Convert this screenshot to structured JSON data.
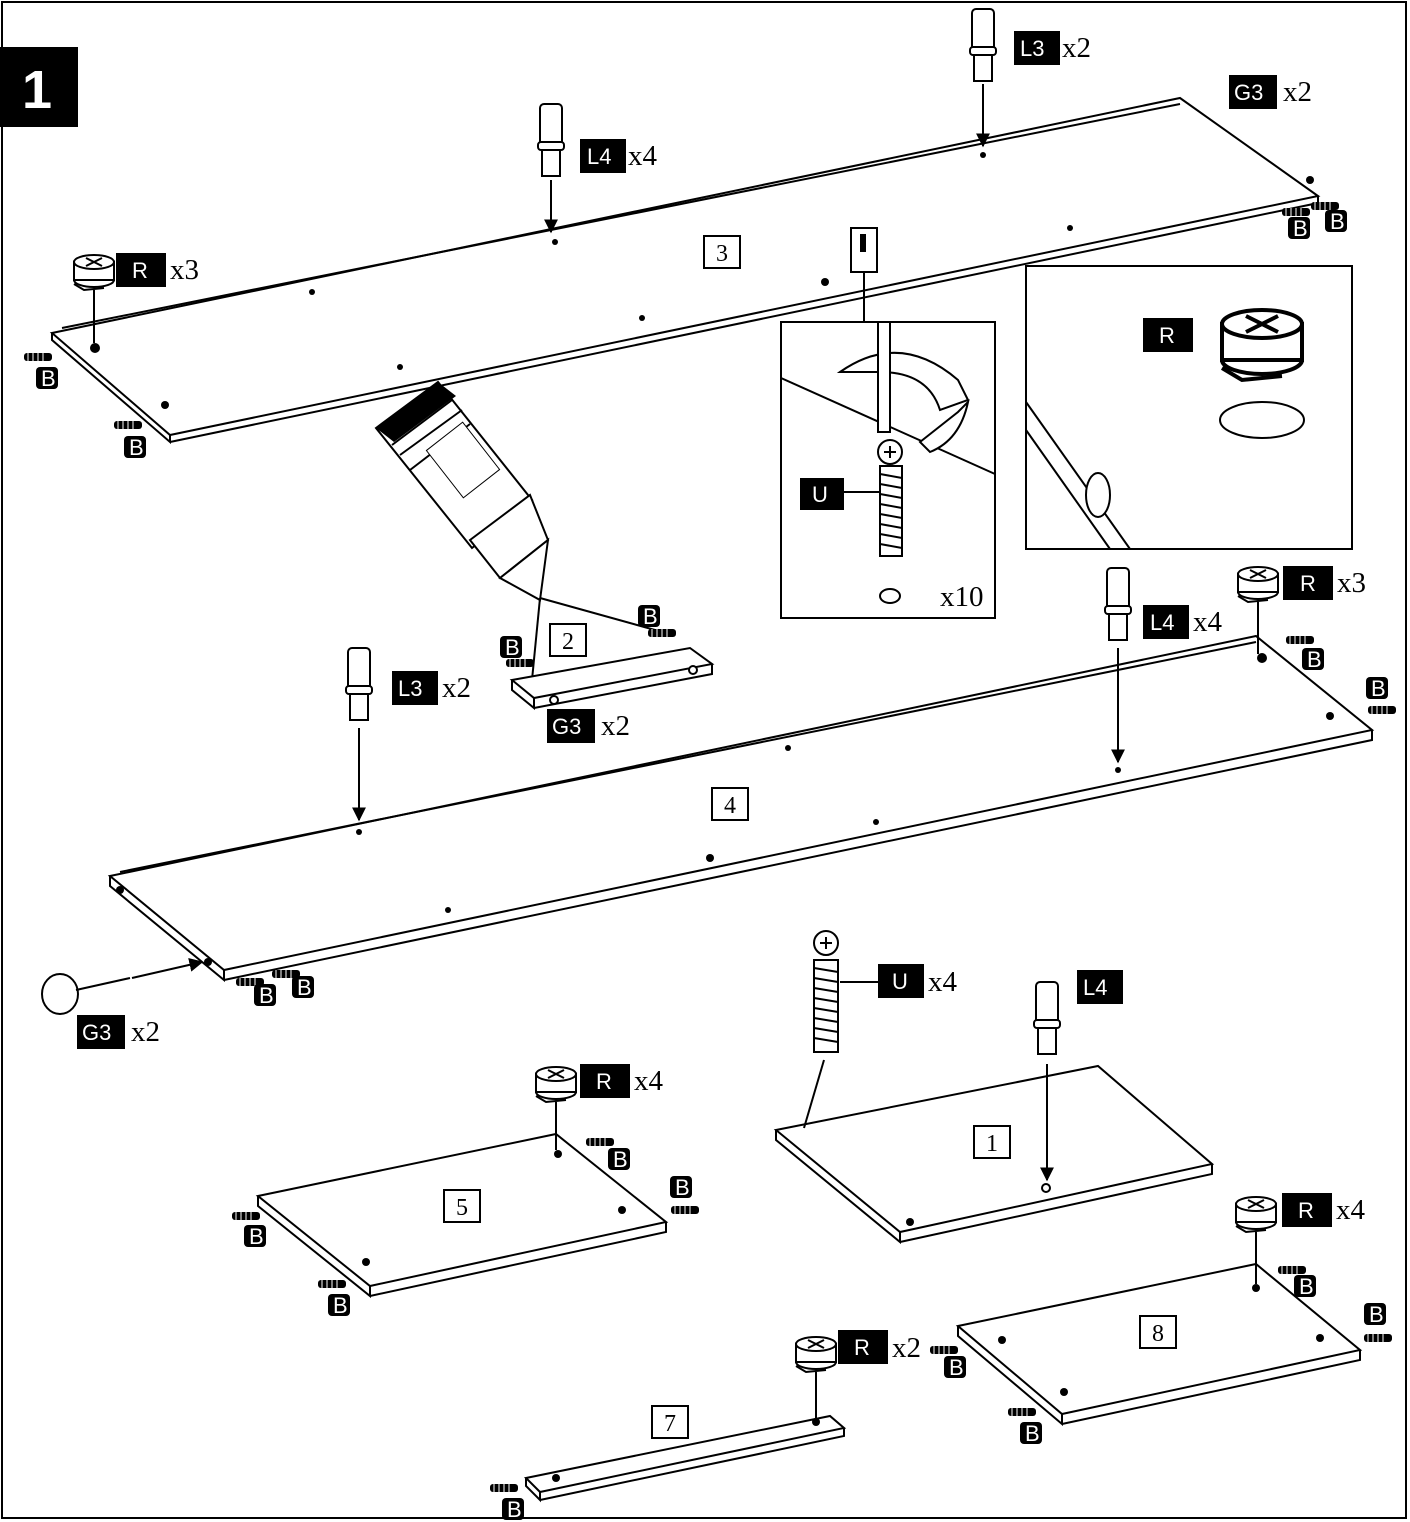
{
  "step": {
    "number": "1"
  },
  "parts": {
    "panel_1": "1",
    "panel_2": "2",
    "panel_3": "3",
    "panel_4": "4",
    "panel_5": "5",
    "panel_7": "7",
    "panel_8": "8"
  },
  "codes": {
    "L3": "L3",
    "L4": "L4",
    "G3": "G3",
    "R": "R",
    "B": "B",
    "U": "U"
  },
  "quantities": {
    "x2": "x2",
    "x3": "x3",
    "x4": "x4",
    "x10": "x10"
  }
}
